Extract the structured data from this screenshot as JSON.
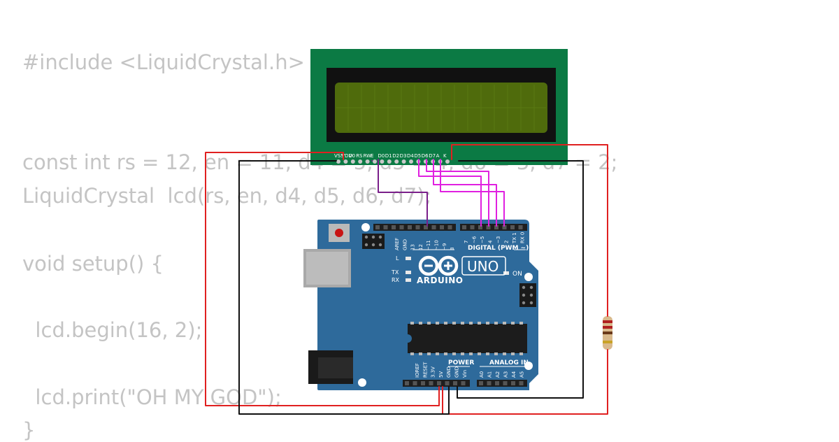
{
  "code_lines": [
    "#include <LiquidCrystal.h>",
    "const int rs = 12, en = 11, d4 = 5, d5 = 4, d6 = 3, d7 = 2;",
    "LiquidCrystal  lcd(rs, en, d4, d5, d6, d7);",
    "void setup() {",
    "  lcd.begin(16, 2);",
    "  lcd.print(\"OH MY GOD\");",
    "}"
  ],
  "lcd": {
    "pin_labels": [
      "VSS",
      "VDD",
      "V0",
      "RS",
      "RW",
      "E",
      "D0",
      "D1",
      "D2",
      "D3",
      "D4",
      "D5",
      "D6",
      "D7",
      "A",
      "K"
    ],
    "pcb_color": "#0b7a44",
    "screen_color": "#4f6b0c"
  },
  "arduino": {
    "brand": "ARDUINO",
    "model": "UNO",
    "board_color": "#2e6a9b",
    "digital_header_label": "DIGITAL (PWM ~)",
    "digital_pins_left": [
      "AREF",
      "GND",
      "13",
      "12",
      "~11",
      "~10",
      "~9",
      "8"
    ],
    "digital_pins_right": [
      "7",
      "~6",
      "~5",
      "4",
      "~3",
      "2",
      "TX 1",
      "RX 0"
    ],
    "power_header_label": "POWER",
    "analog_header_label": "ANALOG IN",
    "power_pins": [
      "IOREF",
      "RESET",
      "3.3V",
      "5V",
      "GND",
      "GND",
      "Vin"
    ],
    "analog_pins": [
      "A0",
      "A1",
      "A2",
      "A3",
      "A4",
      "A5"
    ],
    "led_labels": {
      "l": "L",
      "tx": "TX",
      "rx": "RX",
      "on": "ON"
    }
  },
  "wire_colors": {
    "power": "#e02020",
    "ground": "#111111",
    "control": "#7a1f8a",
    "data": "#e020e0"
  }
}
